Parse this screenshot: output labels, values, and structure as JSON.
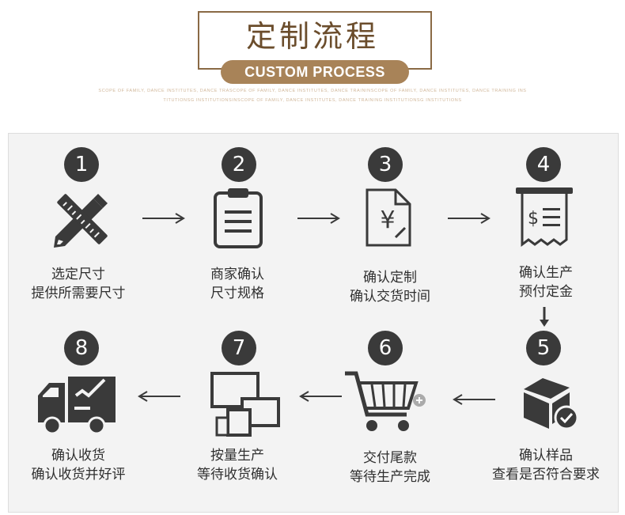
{
  "header": {
    "title": "定制流程",
    "subtitle": "CUSTOM PROCESS",
    "small_line1": "SCOPE OF FAMILY, DANCE INSTITUTES, DANCE TRASCOPE OF FAMILY, DANCE INSTITUTES, DANCE TRAININSCOPE OF FAMILY, DANCE INSTITUTES, DANCE TRAINING INS",
    "small_line2": "TITUTIONSG INSTITUTIONSINSCOPE OF FAMILY, DANCE INSTITUTES, DANCE TRAINING INSTITUTIONSG INSTITUTIONS"
  },
  "colors": {
    "brand": "#8a6a45",
    "pill": "#a88358",
    "icon": "#3a3a3a",
    "panel": "#f3f3f3"
  },
  "steps": [
    {
      "num": "1",
      "icon": "ruler-pencil-icon",
      "line1": "选定尺寸",
      "line2": "提供所需要尺寸"
    },
    {
      "num": "2",
      "icon": "clipboard-icon",
      "line1": "商家确认",
      "line2": "尺寸规格"
    },
    {
      "num": "3",
      "icon": "yuan-document-icon",
      "line1": "确认定制",
      "line2": "确认交货时间"
    },
    {
      "num": "4",
      "icon": "receipt-icon",
      "line1": "确认生产",
      "line2": "预付定金"
    },
    {
      "num": "5",
      "icon": "package-check-icon",
      "line1": "确认样品",
      "line2": "查看是否符合要求"
    },
    {
      "num": "6",
      "icon": "shopping-cart-icon",
      "line1": "交付尾款",
      "line2": "等待生产完成"
    },
    {
      "num": "7",
      "icon": "devices-icon",
      "line1": "按量生产",
      "line2": "等待收货确认"
    },
    {
      "num": "8",
      "icon": "delivery-truck-icon",
      "line1": "确认收货",
      "line2": "确认收货并好评"
    }
  ]
}
